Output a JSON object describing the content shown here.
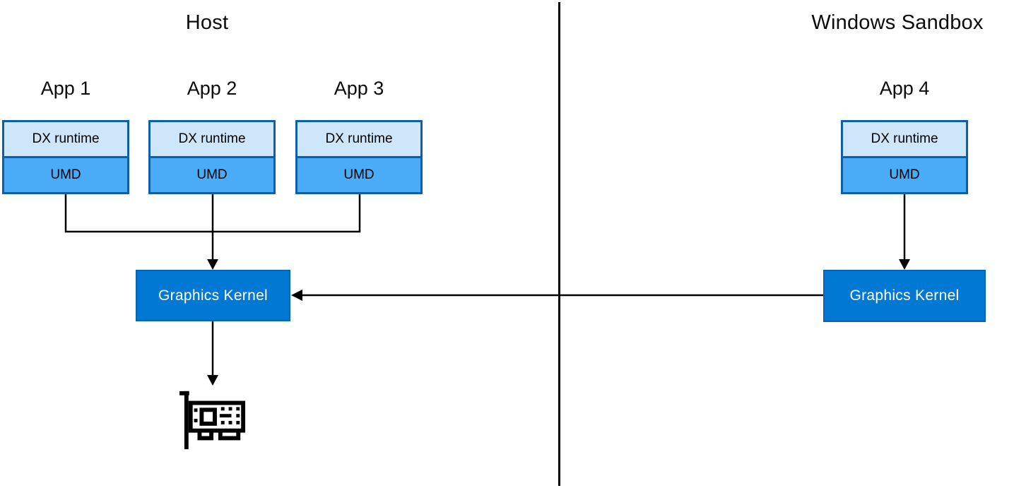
{
  "diagram": {
    "description": "GPU sharing architecture between Host and Windows Sandbox",
    "background": "#ffffff",
    "line_color": "#000000"
  },
  "palette": {
    "dx_runtime_fill": "#cde6f9",
    "umd_fill": "#4aacf7",
    "app_box_border": "#0e5fa8",
    "kernel_fill": "#0078d4",
    "kernel_border": "#0a63ac",
    "kernel_text": "#ffffff",
    "text_color": "#000000"
  },
  "icons": {
    "gpu": "graphics-card-icon"
  },
  "host": {
    "title": "Host",
    "apps": [
      {
        "label": "App 1",
        "layers": [
          "DX runtime",
          "UMD"
        ]
      },
      {
        "label": "App 2",
        "layers": [
          "DX runtime",
          "UMD"
        ]
      },
      {
        "label": "App 3",
        "layers": [
          "DX runtime",
          "UMD"
        ]
      }
    ],
    "kernel_label": "Graphics Kernel"
  },
  "sandbox": {
    "title": "Windows Sandbox",
    "apps": [
      {
        "label": "App 4",
        "layers": [
          "DX runtime",
          "UMD"
        ]
      }
    ],
    "kernel_label": "Graphics Kernel"
  }
}
